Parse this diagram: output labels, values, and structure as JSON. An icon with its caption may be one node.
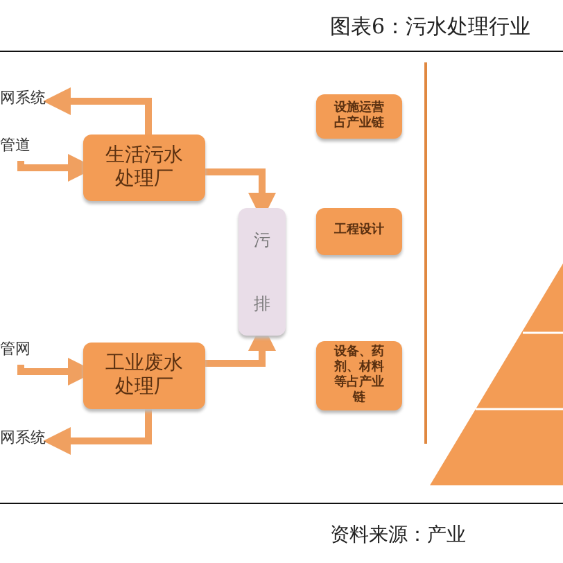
{
  "diagram": {
    "title": "图表6：污水处理行业",
    "caption": "资料来源：产业",
    "nodes": [
      {
        "text": [
          "网系统"
        ]
      },
      {
        "text": [
          "管道"
        ]
      },
      {
        "text": [
          "生活污水处理厂"
        ]
      },
      {
        "text": [
          "污",
          "排"
        ]
      },
      {
        "text": [
          "管网"
        ]
      },
      {
        "text": [
          "工业废水处理厂"
        ]
      },
      {
        "text": [
          "网系统"
        ]
      },
      {
        "text": [
          "设施运营占产业链"
        ]
      },
      {
        "text": [
          "工程设计"
        ]
      },
      {
        "text": [
          "设备、药剂、材料等占产业链"
        ]
      }
    ],
    "edges": [
      {
        "from": 2,
        "to": 0,
        "arrow": "to"
      },
      {
        "from": 1,
        "to": 2,
        "arrow": "to"
      },
      {
        "from": 2,
        "to": 3,
        "arrow": "to"
      },
      {
        "from": 4,
        "to": 5,
        "arrow": "to"
      },
      {
        "from": 5,
        "to": 6,
        "arrow": "to"
      },
      {
        "from": 5,
        "to": 3,
        "arrow": "to"
      }
    ]
  }
}
